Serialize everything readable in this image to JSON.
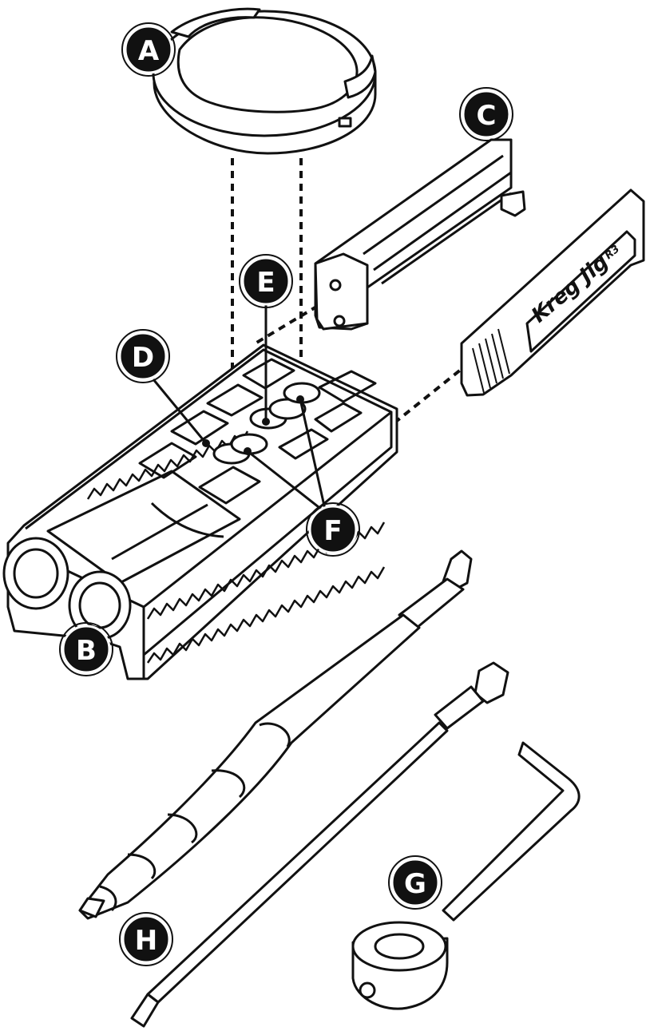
{
  "callouts": {
    "a": "A",
    "b": "B",
    "c": "C",
    "d": "D",
    "e": "E",
    "f": "F",
    "g": "G",
    "h": "H"
  },
  "handle_brand": "Kreg Jig",
  "handle_model": "R3",
  "colors": {
    "line": "#111111",
    "callout_fill": "#111111",
    "callout_text": "#ffffff",
    "background": "#ffffff"
  }
}
